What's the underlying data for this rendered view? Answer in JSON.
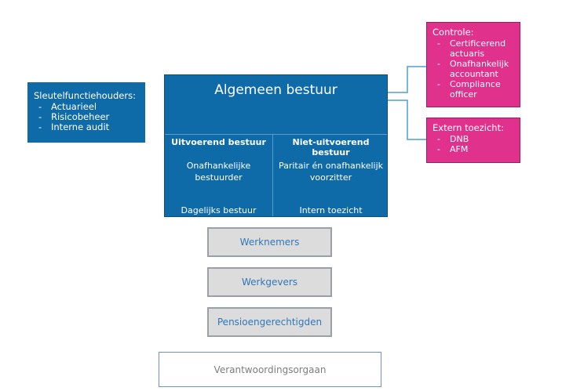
{
  "sleutelfunctiehouders": {
    "title": "Sleutelfunctiehouders:",
    "items": [
      "Actuarieel",
      "Risicobeheer",
      "Interne audit"
    ]
  },
  "algemeen_bestuur": {
    "title": "Algemeen bestuur",
    "uitvoerend": {
      "header": "Uitvoerend bestuur",
      "body": "Onafhankelijke bestuurder",
      "footer": "Dagelijks bestuur"
    },
    "niet_uitvoerend": {
      "header": "Niet-uitvoerend bestuur",
      "body": "Paritair én onafhankelijk voorzitter",
      "footer": "Intern toezicht"
    }
  },
  "controle": {
    "title": "Controle:",
    "items": [
      "Certificerend actuaris",
      "Onafhankelijk accountant",
      "Compliance officer"
    ]
  },
  "extern_toezicht": {
    "title": "Extern toezicht:",
    "items": [
      "DNB",
      "AFM"
    ]
  },
  "stakeholders": [
    "Werknemers",
    "Werkgevers",
    "Pensioengerechtigden"
  ],
  "verantwoordingsorgaan": "Verantwoordingsorgaan",
  "colors": {
    "blue": "#0f6aa8",
    "pink": "#e0318c",
    "grey": "#dcdcdc",
    "connector": "#4d9fd0"
  }
}
